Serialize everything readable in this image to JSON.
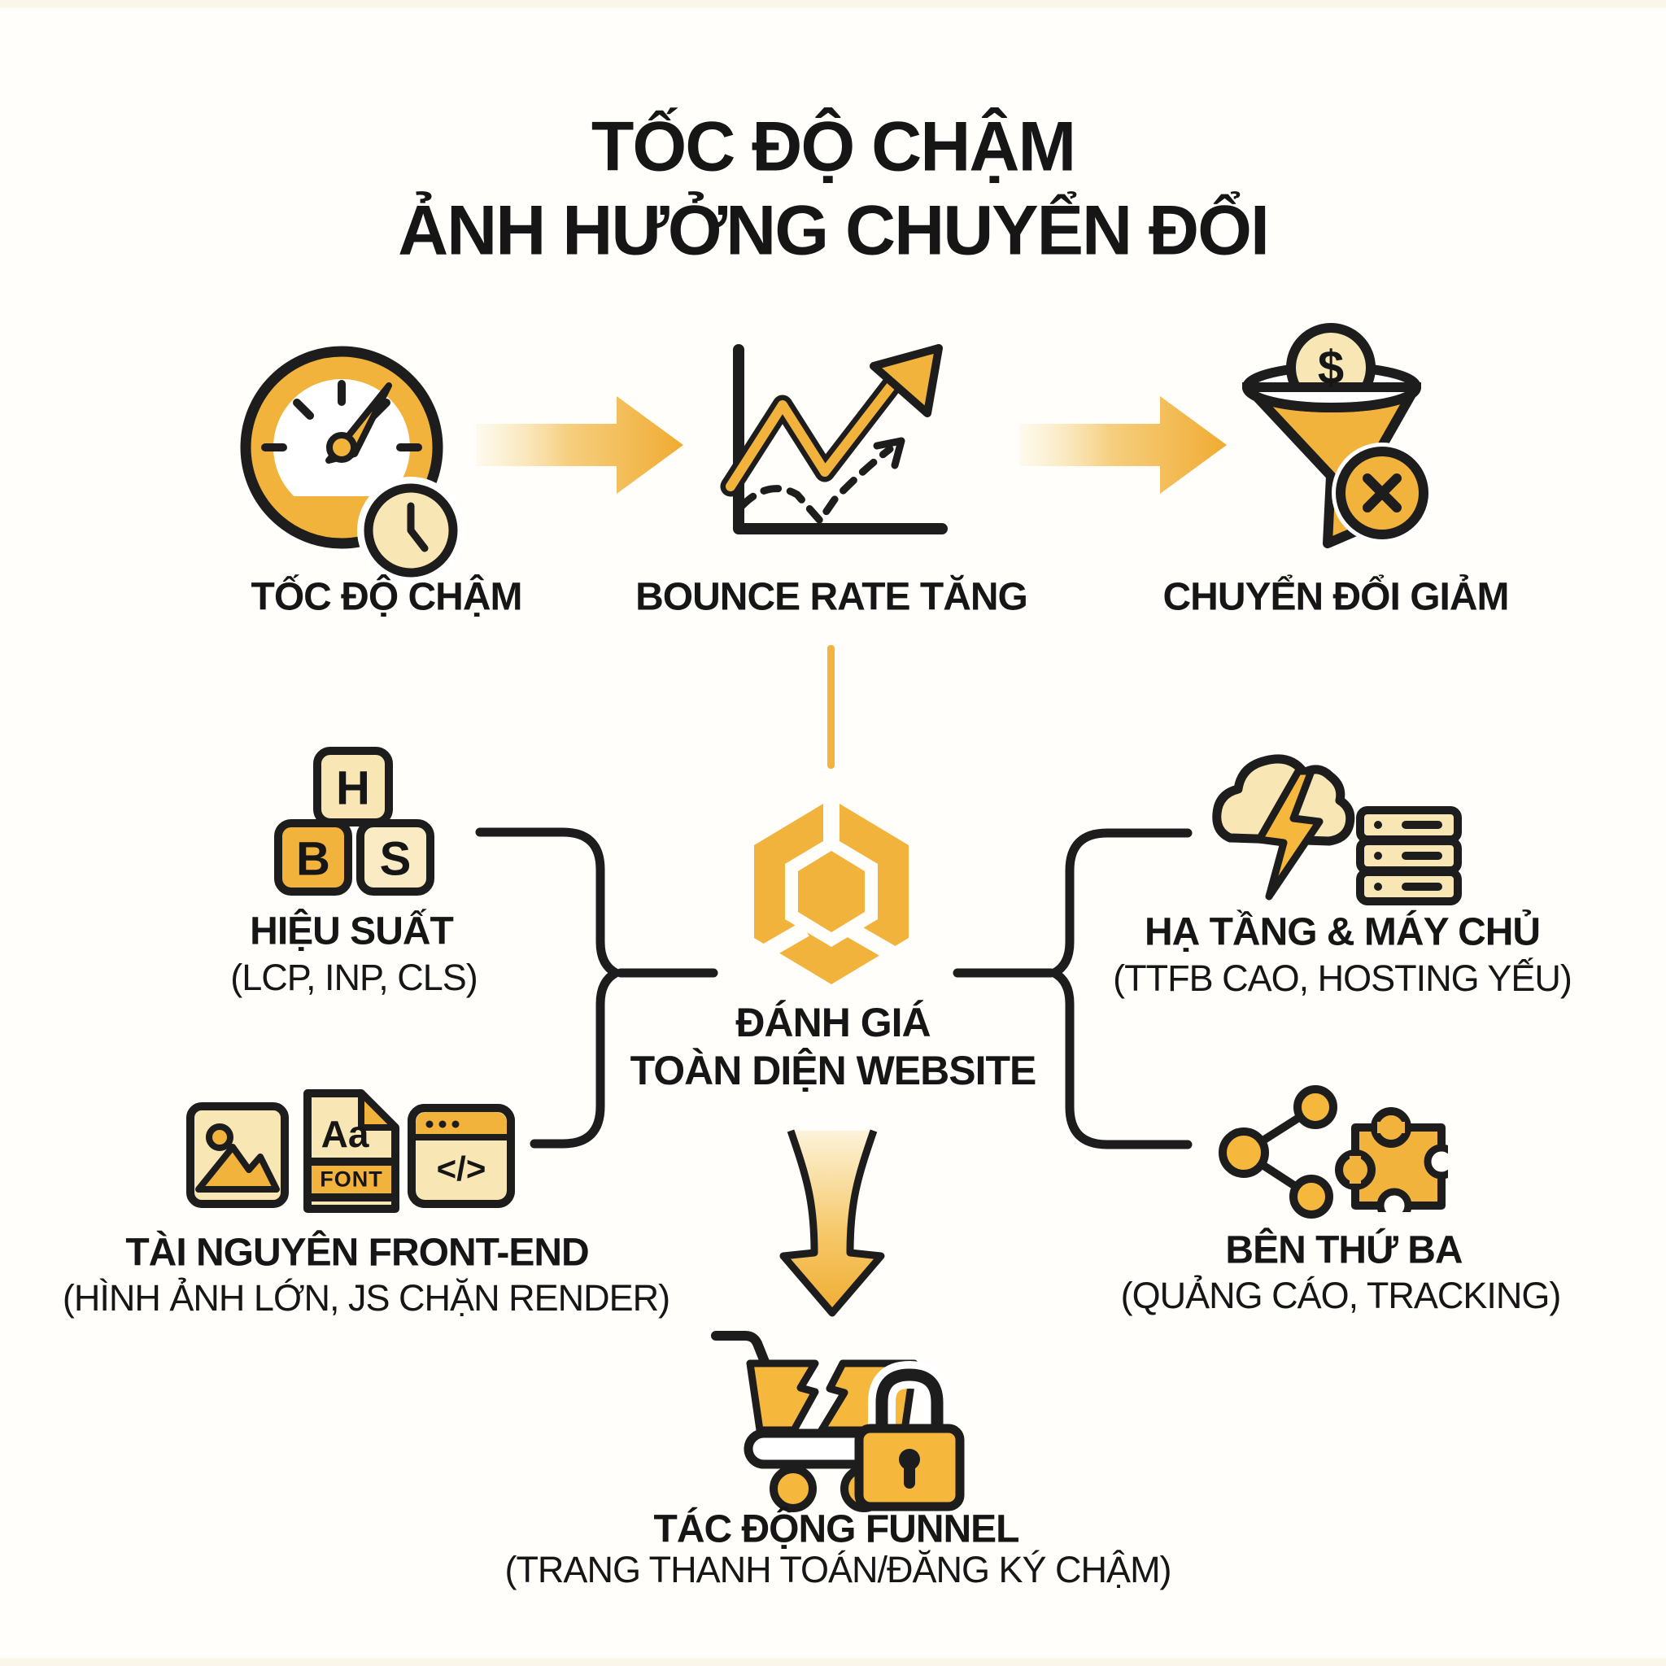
{
  "title": {
    "line1": "TỐC ĐỘ CHẬM",
    "line2": "ẢNH HƯỞNG CHUYỂN ĐỔI"
  },
  "colors": {
    "gold": "#F2B33D",
    "gold_deep": "#F0AC33",
    "cream": "#F8E7B4",
    "cream_light": "#FBF0D0",
    "ink": "#1D1D1D",
    "background": "#FFFEFB"
  },
  "flow_steps": [
    {
      "label": "TỐC ĐỘ CHẬM",
      "icon": "speedometer-clock-icon"
    },
    {
      "label": "BOUNCE RATE TĂNG",
      "icon": "rising-line-chart-icon"
    },
    {
      "label": "CHUYỂN ĐỔI GIẢM",
      "icon": "funnel-dollar-cross-icon"
    }
  ],
  "hub": {
    "line1": "ĐÁNH GIÁ",
    "line2": "TOÀN DIỆN WEBSITE",
    "icon": "hexagon-logo"
  },
  "branches": {
    "performance": {
      "label": "HIỆU SUẤT",
      "sub": "(LCP, INP, CLS)",
      "blocks": [
        "H",
        "B",
        "S"
      ],
      "icon": "letter-blocks-icon"
    },
    "frontend": {
      "label": "TÀI NGUYÊN FRONT-END",
      "sub": "(HÌNH ẢNH LỚN, JS CHẶN RENDER)",
      "font_sample": "Aa",
      "font_badge": "FONT",
      "code_glyph": "</>",
      "icons": [
        "image-file-icon",
        "font-file-icon",
        "code-window-icon"
      ]
    },
    "infrastructure": {
      "label": "HẠ TẦNG & MÁY CHỦ",
      "sub": "(TTFB CAO, HOSTING YẾU)",
      "icons": [
        "cloud-lightning-icon",
        "server-stack-icon"
      ]
    },
    "third_party": {
      "label": "BÊN THỨ BA",
      "sub": "(QUẢNG CÁO, TRACKING)",
      "icons": [
        "share-nodes-icon",
        "puzzle-piece-icon"
      ]
    }
  },
  "outcome": {
    "label": "TÁC ĐỘNG FUNNEL",
    "sub": "(TRANG THANH TOÁN/ĐĂNG KÝ CHẬM)",
    "icon": "broken-cart-lock-icon"
  },
  "coin_symbol": "$"
}
